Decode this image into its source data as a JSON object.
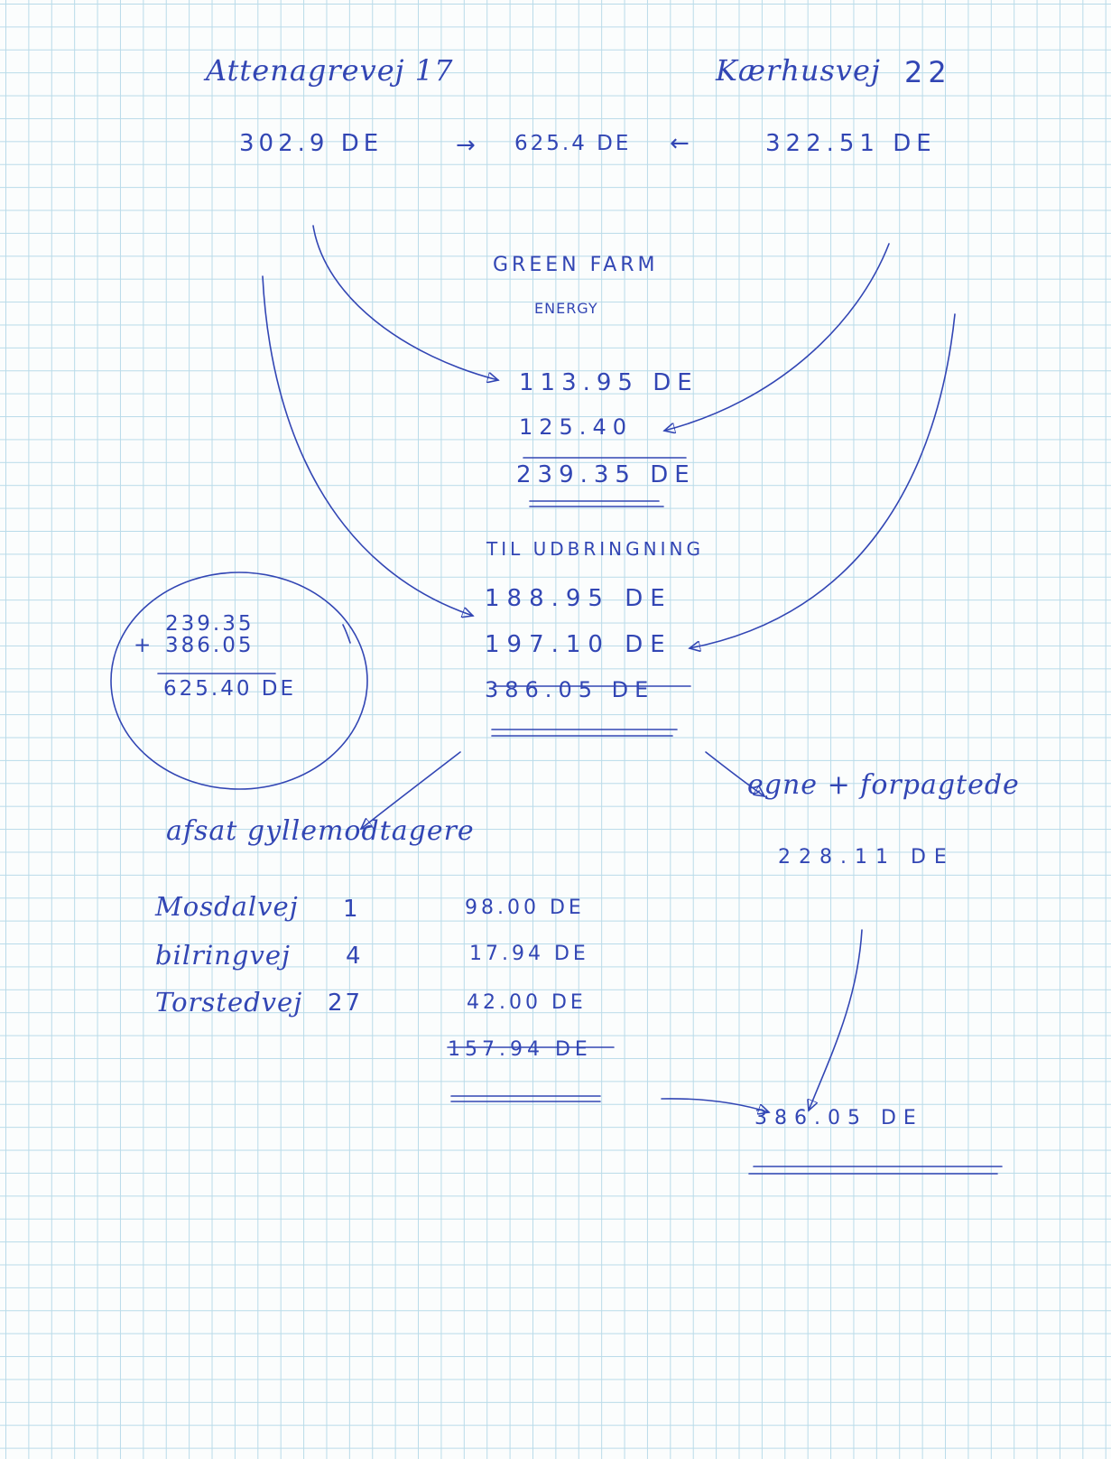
{
  "colors": {
    "ink": "#3246b4",
    "grid": "#b9dbe9",
    "paper": "#fbfdfd"
  },
  "header": {
    "left_address": "Attenagrevej 17",
    "right_address": "Kærhusvej",
    "right_number": "22"
  },
  "totals_row": {
    "left": "302.9 DE",
    "arrow_right": "→",
    "center": "625.4 DE",
    "arrow_left": "←",
    "right": "322.51 DE"
  },
  "green_farm": {
    "title": "GREEN FARM",
    "subtitle": "ENERGY",
    "line1": "113.95 DE",
    "line2": "125.40",
    "total": "239.35 DE"
  },
  "udbringning": {
    "title": "TIL UDBRINGNING",
    "line1": "188.95 DE",
    "line2": "197.10 DE",
    "total": "386.05 DE"
  },
  "circle_calc": {
    "line1": "239.35",
    "plus": "+",
    "line2": "386.05",
    "result": "625.40 DE"
  },
  "afsat": {
    "title": "afsat gyllemodtagere",
    "rows": [
      {
        "name": "Mosdalvej",
        "number": "1",
        "value": "98.00 DE"
      },
      {
        "name": "bilringvej",
        "number": "4",
        "value": "17.94 DE"
      },
      {
        "name": "Torstedvej",
        "number": "27",
        "value": "42.00 DE"
      }
    ],
    "total": "157.94 DE"
  },
  "egne": {
    "title": "egne + forpagtede",
    "value": "228.11 DE"
  },
  "final_total": "386.05 DE"
}
